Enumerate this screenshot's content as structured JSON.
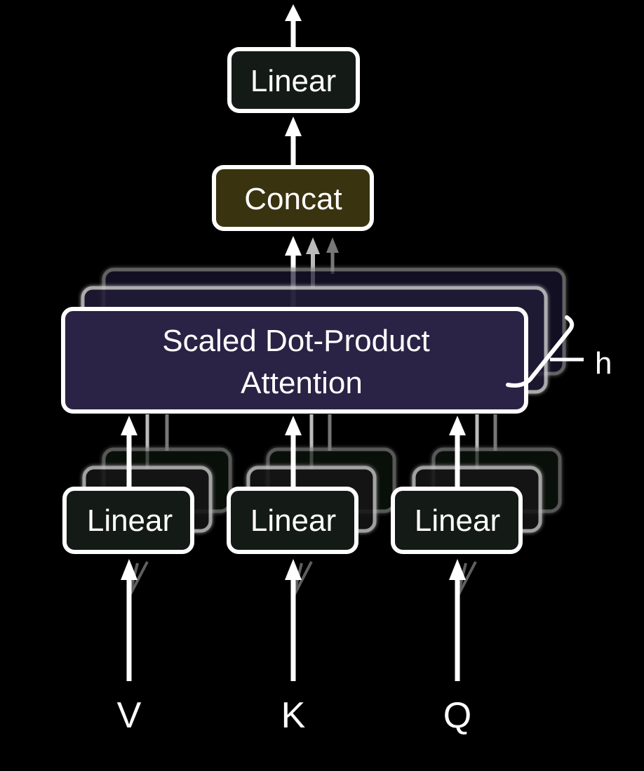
{
  "colors": {
    "background": "#000000",
    "stroke": "#ffffff",
    "linear_fill": "#141a16",
    "concat_fill": "#3a3310",
    "attention_fill": "#2a2345",
    "back_layer_fill": "#221d38",
    "arrow": "#ffffff"
  },
  "nodes": {
    "output_linear": "Linear",
    "concat": "Concat",
    "attention_line1": "Scaled Dot-Product",
    "attention_line2": "Attention",
    "linear_v": "Linear",
    "linear_k": "Linear",
    "linear_q": "Linear"
  },
  "inputs": {
    "v": "V",
    "k": "K",
    "q": "Q"
  },
  "heads_label": "h"
}
